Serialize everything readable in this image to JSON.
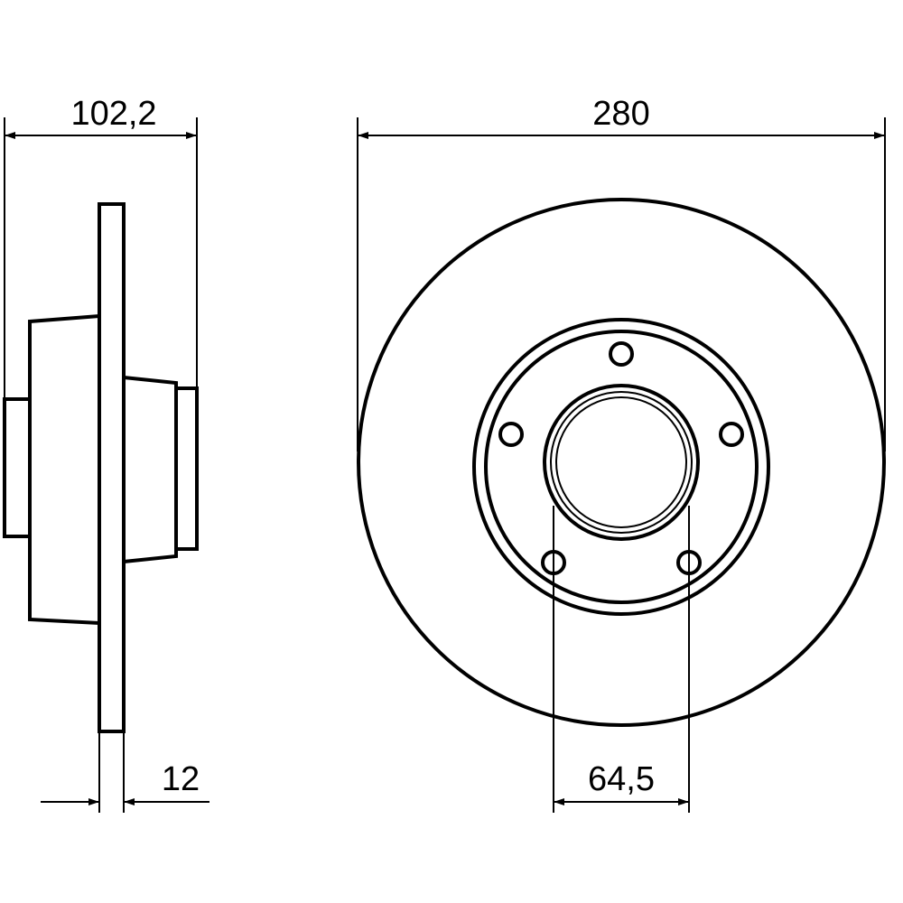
{
  "dimensions": {
    "hub_height": "102,2",
    "outer_diameter": "280",
    "disc_thickness": "12",
    "bolt_circle": "64,5"
  },
  "bolt_hole_count": 5,
  "colors": {
    "line": "#000000",
    "background": "#ffffff"
  }
}
